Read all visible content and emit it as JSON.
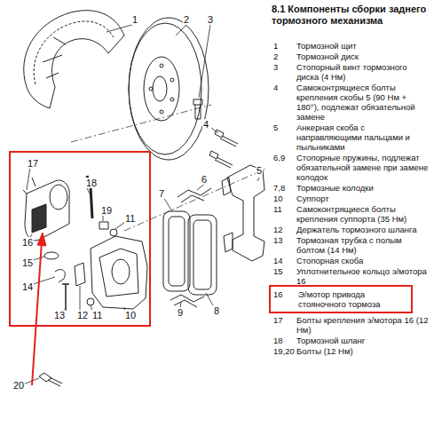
{
  "diagram": {
    "title": "8.1 Компоненты сборки заднего тормозного механизма",
    "nodes": [
      {
        "text": [
          "17",
          "18",
          "19",
          "11",
          "16",
          "15",
          "14",
          "13",
          "12",
          "11",
          "10"
        ]
      },
      {
        "text": [
          "16",
          "Э/мотор привода стояночного тормоза"
        ]
      }
    ],
    "labels": [
      "1",
      "2",
      "3",
      "4",
      "5",
      "6",
      "7",
      "8",
      "9",
      "20",
      "1",
      "Тормозной щит",
      "2",
      "Тормозной диск",
      "3",
      "Стопорный винт тормозного диска (4 Нм)",
      "4",
      "Самоконтрящиеся болты крепления скобы 5 (90 Нм + 180°), подлежат обязательной замене",
      "5",
      "Анкерная скоба с направляющими пальцами и пыльниками",
      "6,9",
      "Стопорные пружины, подлежат обязательной замене при замене колодок",
      "7,8",
      "Тормозные колодки",
      "10",
      "Суппорт",
      "11",
      "Самоконтрящиеся болты крепления суппорта (35 Нм)",
      "12",
      "Держатель тормозного шланга",
      "13",
      "Тормозная трубка с полым болтом (14 Нм)",
      "14",
      "Стопорная скоба",
      "15",
      "Уплотнительное кольцо э/мотора 16",
      "17",
      "Болты крепления э/мотора 16 (12 Нм)",
      "18",
      "Тормозной шланг",
      "19,20",
      "Болты (12 Нм)"
    ]
  }
}
